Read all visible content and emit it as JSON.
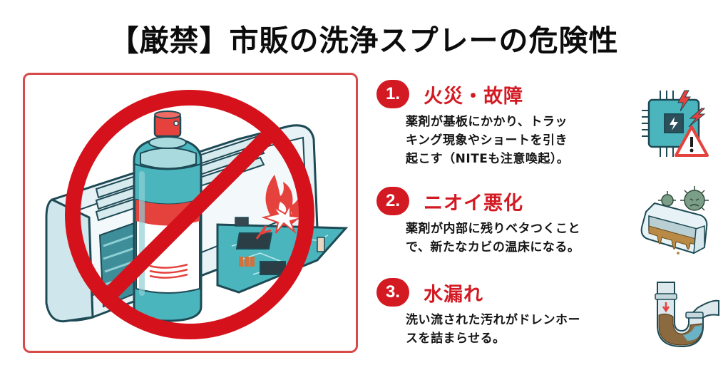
{
  "title": "【厳禁】市販の洗浄スプレーの危険性",
  "colors": {
    "accent_red": "#d31a23",
    "panel_border": "#d84a4a",
    "teal": "#4bb5bd",
    "dark_outline": "#1d4a55"
  },
  "illustration": {
    "description": "prohibition-sign-over-spray-can-and-air-conditioner-circuit-board",
    "icons": [
      "prohibition-icon",
      "spray-can-icon",
      "air-conditioner-icon",
      "circuit-board-icon",
      "fire-icon"
    ]
  },
  "items": [
    {
      "number": "1.",
      "title": "火災・故障",
      "lines": [
        "薬剤が基板にかかり、トラッ",
        "キング現象やショートを引き",
        "起こす（NITEも注意喚起）。"
      ],
      "icon": "circuit-warning-icon"
    },
    {
      "number": "2.",
      "title": "ニオイ悪化",
      "lines": [
        "薬剤が内部に残りベタつくこと",
        "で、新たなカビの温床になる。"
      ],
      "icon": "moldy-aircon-icon"
    },
    {
      "number": "3.",
      "title": "水漏れ",
      "lines": [
        "洗い流された汚れがドレンホー",
        "スを詰まらせる。"
      ],
      "icon": "clogged-pipe-icon"
    }
  ]
}
